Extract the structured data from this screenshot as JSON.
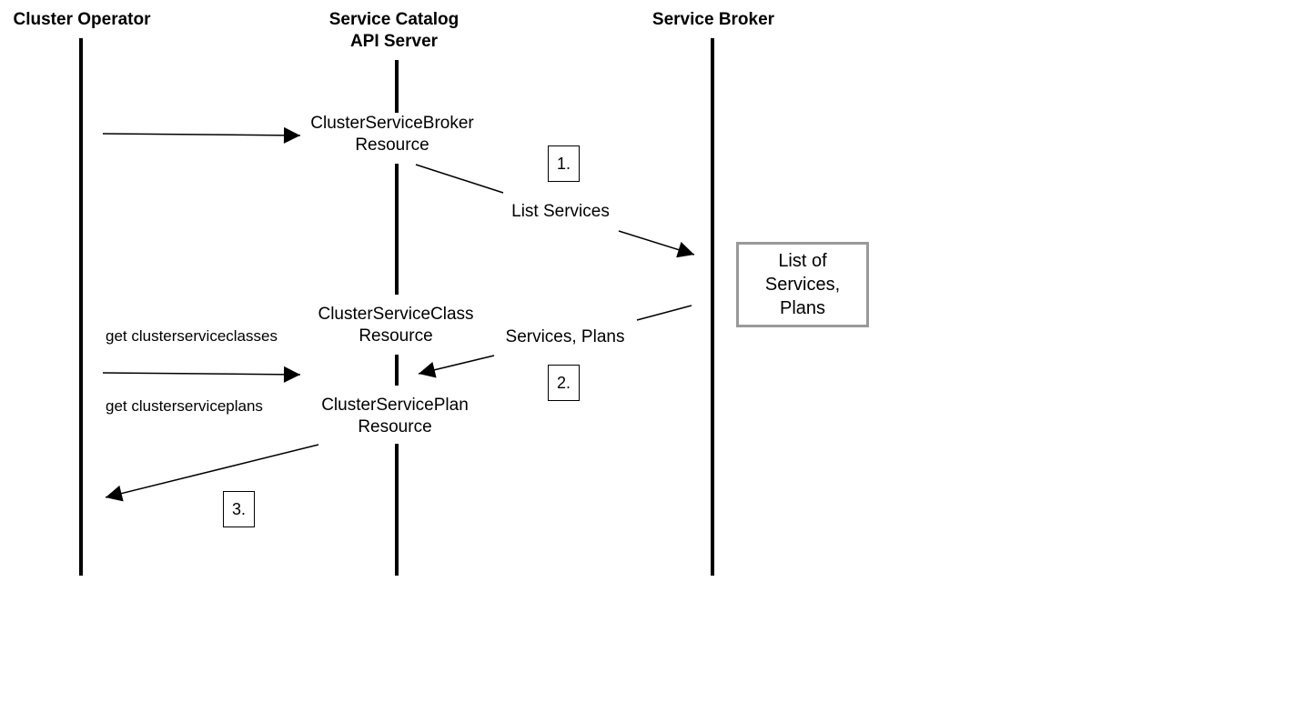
{
  "participants": {
    "operator": "Cluster Operator",
    "api_server_line1": "Service Catalog",
    "api_server_line2": "API Server",
    "broker": "Service Broker"
  },
  "resources": {
    "broker_line1": "ClusterServiceBroker",
    "broker_line2": "Resource",
    "class_line1": "ClusterServiceClass",
    "class_line2": "Resource",
    "plan_line1": "ClusterServicePlan",
    "plan_line2": "Resource"
  },
  "messages": {
    "list_services": "List Services",
    "services_plans": "Services, Plans",
    "get_classes": "get clusterserviceclasses",
    "get_plans": "get clusterserviceplans"
  },
  "steps": {
    "step1": "1.",
    "step2": "2.",
    "step3": "3."
  },
  "note": {
    "line1": "List of",
    "line2": "Services,",
    "line3": "Plans"
  },
  "colors": {
    "line": "#000000",
    "note_border": "#999999"
  }
}
